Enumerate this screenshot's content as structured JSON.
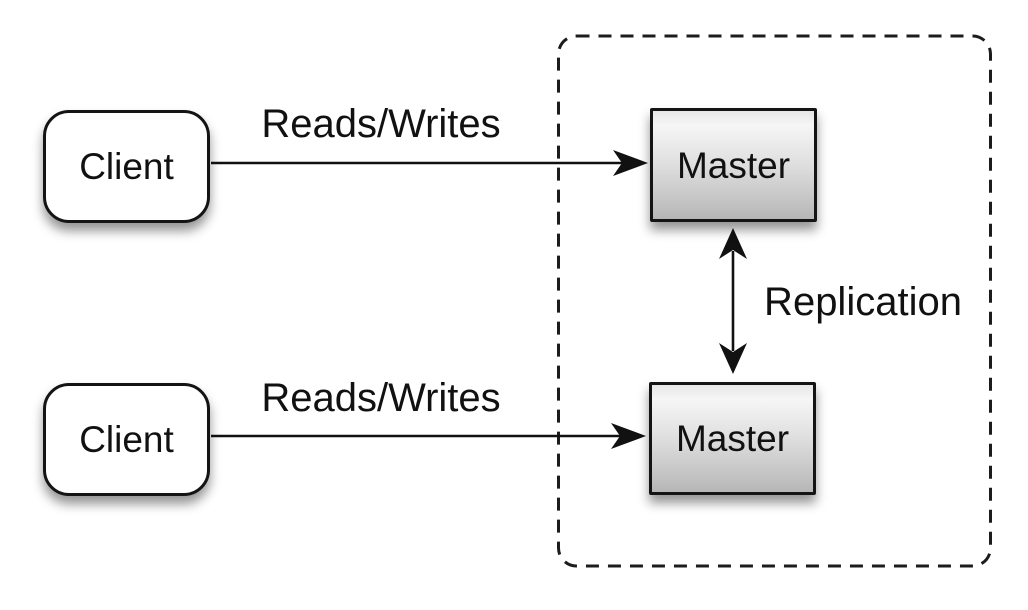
{
  "nodes": {
    "client_top": {
      "label": "Client"
    },
    "client_bottom": {
      "label": "Client"
    },
    "master_top": {
      "label": "Master"
    },
    "master_bottom": {
      "label": "Master"
    }
  },
  "edges": {
    "client_top_to_master_top": {
      "label": "Reads/Writes"
    },
    "client_bottom_to_master_bottom": {
      "label": "Reads/Writes"
    },
    "master_to_master": {
      "label": "Replication"
    }
  },
  "colors": {
    "background": "#ffffff",
    "node_border": "#141414",
    "client_fill": "#ffffff",
    "master_fill_light": "#f6f6f6",
    "master_fill_dark": "#b6b6b6",
    "connector": "#111111",
    "dashed_boundary": "#1c1c1c"
  }
}
